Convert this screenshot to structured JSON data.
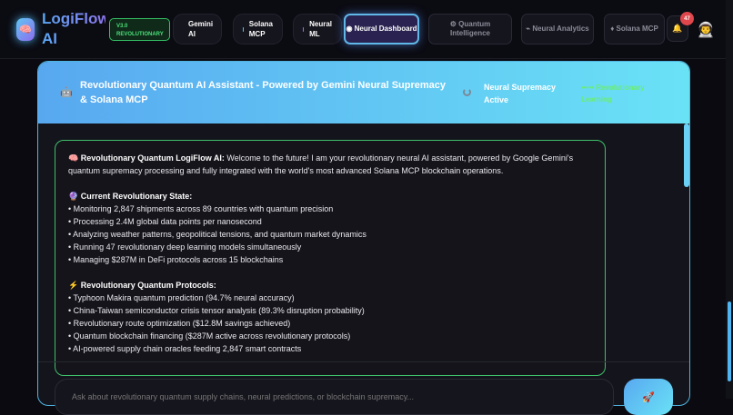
{
  "app": {
    "title": "LogiFlow AI",
    "version_badge": "V3.0 REVOLUTIONARY"
  },
  "status_pills": [
    {
      "label": "Gemini AI",
      "color": "#3ddc6a"
    },
    {
      "label": "Solana MCP",
      "color": "#4fc3f0"
    },
    {
      "label": "Neural ML",
      "color": "#9a6cf0"
    }
  ],
  "nav": [
    {
      "icon": "◉",
      "label": "Neural Dashboard",
      "active": true
    },
    {
      "icon": "⚙",
      "label": "Quantum Intelligence"
    },
    {
      "icon": "⌁",
      "label": "Neural Analytics"
    },
    {
      "icon": "♦",
      "label": "Solana MCP"
    }
  ],
  "notifications": {
    "count": "47"
  },
  "assistant": {
    "title": "Revolutionary Quantum AI Assistant - Powered by Gemini Neural Supremacy & Solana MCP",
    "status": "Neural Supremacy Active",
    "learning": "••••• Revolutionary Learning"
  },
  "message": {
    "intro_label": "🧠 Revolutionary Quantum LogiFlow AI:",
    "intro_text": " Welcome to the future! I am your revolutionary neural AI assistant, powered by Google Gemini's quantum supremacy processing and fully integrated with the world's most advanced Solana MCP blockchain operations.",
    "state_heading": "🔮 Current Revolutionary State:",
    "state_items": [
      "• Monitoring 2,847 shipments across 89 countries with quantum precision",
      "• Processing 2.4M global data points per nanosecond",
      "• Analyzing weather patterns, geopolitical tensions, and quantum market dynamics",
      "• Running 47 revolutionary deep learning models simultaneously",
      "• Managing $287M in DeFi protocols across 15 blockchains"
    ],
    "protocols_heading": "⚡ Revolutionary Quantum Protocols:",
    "protocol_items": [
      "• Typhoon Makira quantum prediction (94.7% neural accuracy)",
      "• China-Taiwan semiconductor crisis tensor analysis (89.3% disruption probability)",
      "• Revolutionary route optimization ($12.8M savings achieved)",
      "• Quantum blockchain financing ($287M active across revolutionary protocols)",
      "• AI-powered supply chain oracles feeding 2,847 smart contracts"
    ]
  },
  "input": {
    "placeholder": "Ask about revolutionary quantum supply chains, neural predictions, or blockchain supremacy..."
  }
}
